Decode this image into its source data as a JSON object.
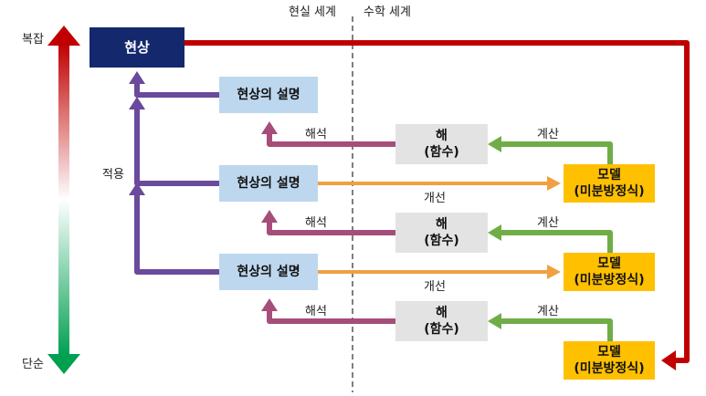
{
  "header": {
    "left_world": "현실 세계",
    "right_world": "수학 세계"
  },
  "axis": {
    "top_label": "복잡",
    "bottom_label": "단순",
    "apply_label": "적용"
  },
  "phenomenon": {
    "label": "현상"
  },
  "levels": [
    {
      "description": "현상의 설명",
      "interpret": "해석",
      "solution_line1": "해",
      "solution_line2": "(함수)",
      "compute": "계산",
      "model_line1": "모델",
      "model_line2": "(미분방정식)",
      "improve": ""
    },
    {
      "description": "현상의 설명",
      "interpret": "해석",
      "solution_line1": "해",
      "solution_line2": "(함수)",
      "compute": "계산",
      "model_line1": "모델",
      "model_line2": "(미분방정식)",
      "improve": "개선"
    },
    {
      "description": "현상의 설명",
      "interpret": "해석",
      "solution_line1": "해",
      "solution_line2": "(함수)",
      "compute": "계산",
      "model_line1": "모델",
      "model_line2": "(미분방정식)",
      "improve": "개선"
    }
  ],
  "colors": {
    "phenomenon": "#14286e",
    "description": "#bdd7ee",
    "solution": "#e3e3e3",
    "model": "#ffc000",
    "apply_arrow": "#6a4a9c",
    "interpret_arrow": "#a64d79",
    "compute_arrow": "#70ad47",
    "improve_arrow": "#f0a040",
    "model_arrow": "#c00000",
    "divider": "#555555"
  }
}
